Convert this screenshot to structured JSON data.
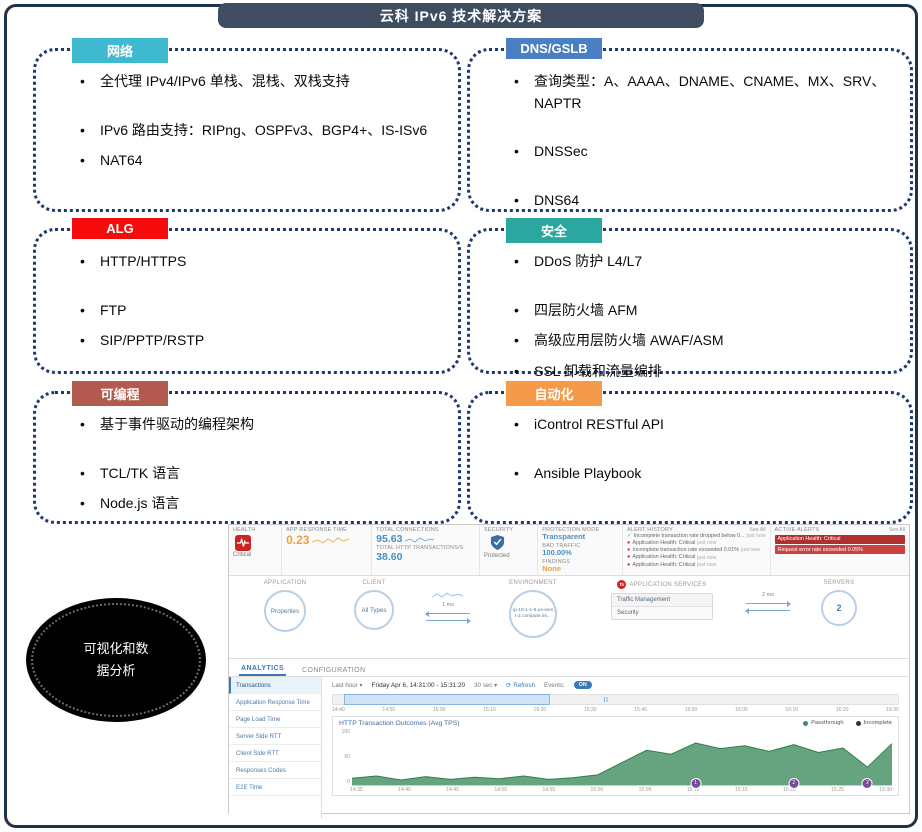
{
  "title": "云科 IPv6 技术解决方案",
  "boxes": [
    {
      "label": "网络",
      "color": "#3fb9cf",
      "bullets": [
        "全代理 IPv4/IPv6 单栈、混栈、双栈支持",
        "IPv6 路由支持：RIPng、OSPFv3、BGP4+、IS-ISv6",
        "NAT64"
      ]
    },
    {
      "label": "DNS/GSLB",
      "color": "#4a80c3",
      "bullets": [
        "查询类型：A、AAAA、DNAME、CNAME、MX、SRV、NAPTR",
        "DNSSec",
        "DNS64"
      ]
    },
    {
      "label": "ALG",
      "color": "#f50b0b",
      "bullets": [
        "HTTP/HTTPS",
        "FTP",
        "SIP/PPTP/RSTP"
      ]
    },
    {
      "label": "安全",
      "color": "#2aa7a0",
      "bullets": [
        "DDoS 防护 L4/L7",
        "四层防火墙 AFM",
        "高级应用层防火墙 AWAF/ASM",
        "SSL 卸载和流量编排"
      ]
    },
    {
      "label": "可编程",
      "color": "#b25a50",
      "bullets": [
        "基于事件驱动的编程架构",
        "TCL/TK 语言",
        "Node.js 语言"
      ]
    },
    {
      "label": "自动化",
      "color": "#f59a49",
      "bullets": [
        "iControl RESTful API",
        "Ansible Playbook"
      ]
    }
  ],
  "badge": {
    "line1": "可视化和数",
    "line2": "据分析"
  },
  "colors": {
    "health_red": "#cc2222",
    "security_blue": "#3a6ea5",
    "alert_red_dark": "#b03030",
    "alert_red_light": "#c84444",
    "accent_blue": "#4a90c4"
  },
  "dashboard": {
    "health": {
      "label": "HEALTH",
      "status": "Critical"
    },
    "metrics": {
      "app_response_time": {
        "label": "APP RESPONSE TIME",
        "value": "0.23"
      },
      "total_connections": {
        "label": "TOTAL CONNECTIONS",
        "value": "95.63"
      },
      "total_http": {
        "label": "TOTAL HTTP TRANSACTIONS/S",
        "value": "38.60"
      }
    },
    "security": {
      "label": "SECURITY",
      "status": "Protected"
    },
    "protection": {
      "mode_label": "PROTECTION MODE",
      "mode": "Transparent",
      "bad_traffic_label": "BAD TRAFFIC",
      "bad_traffic": "100.00%",
      "findings_label": "FINDINGS",
      "findings": "None"
    },
    "alert_history": {
      "label": "ALERT HISTORY",
      "see_all": "See All",
      "items": [
        {
          "text": "Incomplete transaction rate dropped below 0...",
          "time": "just now"
        },
        {
          "text": "Application Health: Critical",
          "time": "just now"
        },
        {
          "text": "Incomplete transaction rate exceeded 0.01%",
          "time": "just now"
        },
        {
          "text": "Application Health: Critical",
          "time": "just now"
        },
        {
          "text": "Application Health: Critical",
          "time": "just now"
        }
      ]
    },
    "active_alerts": {
      "label": "ACTIVE ALERTS",
      "see_all": "See All",
      "items": [
        "Application Health: Critical",
        "Request error rate exceeded 0.05%"
      ]
    },
    "topology": {
      "application": {
        "label": "APPLICATION",
        "node": "Properties"
      },
      "client": {
        "label": "CLIENT",
        "node": "All Types",
        "latency": "1 ms"
      },
      "environment": {
        "label": "ENVIRONMENT",
        "node": "ip-10-1-1-8.us-west-2.compute.int..."
      },
      "services": {
        "label": "APPLICATION SERVICES",
        "logo": "f5",
        "items": [
          "Traffic Management",
          "Security"
        ],
        "latency": "2 ms"
      },
      "servers": {
        "label": "SERVERS",
        "node": "2"
      }
    },
    "tabs": [
      "ANALYTICS",
      "CONFIGURATION"
    ],
    "sidebar": [
      "Transactions",
      "Application Response Time",
      "Page Load Time",
      "Server Side RTT",
      "Client Side RTT",
      "Responses Codes",
      "E2E Time"
    ],
    "toolbar": {
      "range": "Last hour",
      "date": "Friday Apr 6, 14:31:00 - 15:31:20",
      "interval": "30 sec",
      "refresh": "Refresh",
      "events_label": "Events:",
      "events_state": "ON"
    },
    "timeline_ticks": [
      "14:40",
      "14:50",
      "15:00",
      "15:10",
      "15:20",
      "15:30",
      "15:40",
      "15:50",
      "16:00",
      "16:10",
      "16:20",
      "16:30"
    ]
  },
  "chart_data": {
    "type": "area",
    "title": "HTTP Transaction Outcomes (Avg TPS)",
    "legend": [
      "Passthrough",
      "Incomplete"
    ],
    "legend_colors": [
      "#3e8e5f",
      "#333333"
    ],
    "x": [
      "14:35",
      "14:40",
      "14:45",
      "14:50",
      "14:55",
      "15:00",
      "15:05",
      "15:10",
      "15:15",
      "15:20",
      "15:25",
      "15:30"
    ],
    "series": [
      {
        "name": "Passthrough",
        "values": [
          12,
          16,
          9,
          15,
          10,
          14,
          11,
          16,
          10,
          13,
          18,
          40,
          62,
          55,
          75,
          65,
          70,
          60,
          72,
          58,
          66,
          32,
          74
        ]
      },
      {
        "name": "Incomplete",
        "values": [
          0,
          0,
          0,
          0,
          0,
          0,
          0,
          0,
          0,
          0,
          0,
          0,
          0,
          0,
          2,
          0,
          2,
          0,
          0,
          2,
          0,
          0,
          2
        ]
      }
    ],
    "ylim": [
      0,
      100
    ],
    "yticks": [
      0,
      50,
      100
    ],
    "area_fill": "#559a72",
    "area_stroke": "#2e7d4f",
    "events": [
      {
        "index": 14,
        "label": "1"
      },
      {
        "index": 18,
        "label": "2"
      },
      {
        "index": 21,
        "label": "2"
      }
    ]
  }
}
